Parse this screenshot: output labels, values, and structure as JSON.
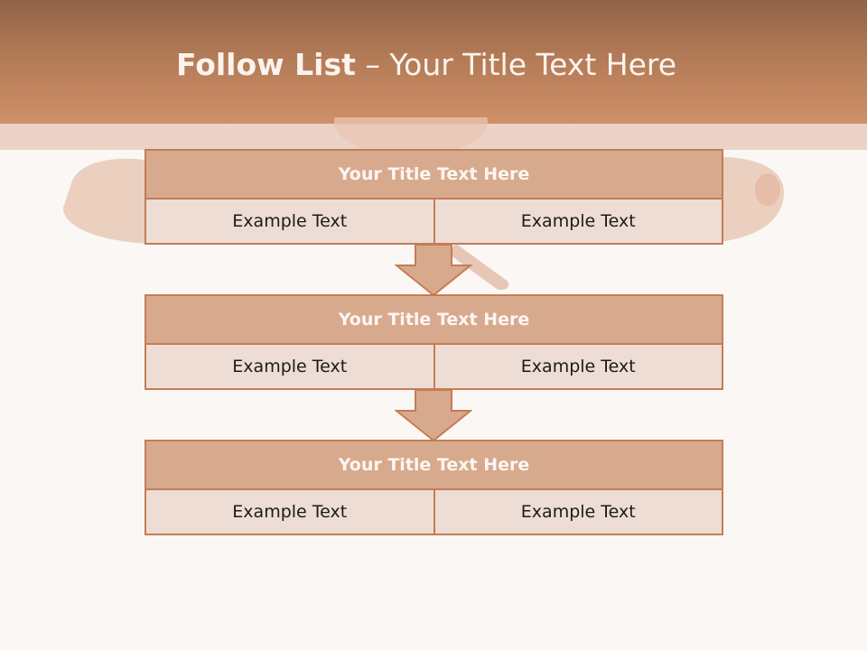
{
  "slide": {
    "title_bold": "Follow List",
    "title_rest": " – Your Title Text Here"
  },
  "steps": [
    {
      "title": "Your Title Text Here",
      "left": "Example Text",
      "right": "Example Text"
    },
    {
      "title": "Your Title Text Here",
      "left": "Example Text",
      "right": "Example Text"
    },
    {
      "title": "Your Title Text Here",
      "left": "Example Text",
      "right": "Example Text"
    }
  ],
  "colors": {
    "header": "#b27a56",
    "box_title": "#d8aa8d",
    "box_cell": "#eeddd4",
    "border": "#c47c56",
    "background": "#fbf7f4"
  }
}
